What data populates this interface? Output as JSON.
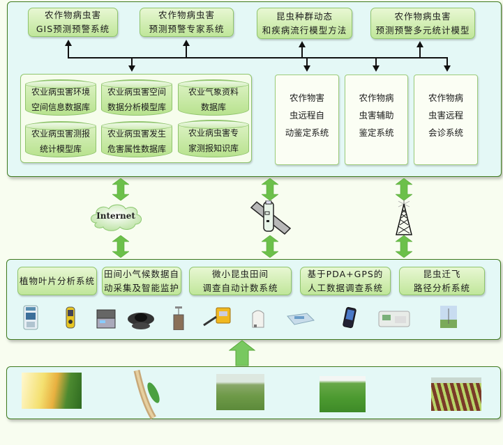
{
  "top_layer": {
    "outputs": [
      {
        "line1": "农作物病虫害",
        "line2": "GIS预测预警系统"
      },
      {
        "line1": "农作物病虫害",
        "line2": "预测预警专家系统"
      },
      {
        "line1": "昆虫种群动态",
        "line2": "和疾病流行模型方法"
      },
      {
        "line1": "农作物病虫害",
        "line2": "预测预警多元统计模型"
      }
    ],
    "databases": [
      {
        "line1": "农业病虫害环境",
        "line2": "空间信息数据库"
      },
      {
        "line1": "农业病虫害空间",
        "line2": "数据分析模型库"
      },
      {
        "line1": "农业气象资料",
        "line2": "数据库"
      },
      {
        "line1": "农业病虫害测报",
        "line2": "统计模型库"
      },
      {
        "line1": "农业病虫害发生",
        "line2": "危害属性数据库"
      },
      {
        "line1": "农业病虫害专",
        "line2": "家测报知识库"
      }
    ],
    "systems": [
      {
        "lines": [
          "农作物害",
          "虫远程自",
          "动鉴定系统"
        ]
      },
      {
        "lines": [
          "农作物病",
          "虫害辅助",
          "鉴定系统"
        ]
      },
      {
        "lines": [
          "农作物病",
          "虫害远程",
          "会诊系统"
        ]
      }
    ]
  },
  "network": {
    "channels": [
      {
        "label": "Internet",
        "icon": "cloud-icon"
      },
      {
        "label": "",
        "icon": "satellite-icon"
      },
      {
        "label": "",
        "icon": "radio-tower-icon"
      }
    ]
  },
  "collection_layer": {
    "systems": [
      {
        "line1": "植物叶片分析系统",
        "line2": ""
      },
      {
        "line1": "田间小气候数据自",
        "line2": "动采集及智能监护"
      },
      {
        "line1": "微小昆虫田间",
        "line2": "调查自动计数系统"
      },
      {
        "line1": "基于PDA+GPS的",
        "line2": "人工数据调查系统"
      },
      {
        "line1": "昆虫迁飞",
        "line2": "路径分析系统"
      }
    ],
    "devices": [
      "handheld-meter",
      "gps-unit",
      "instrument-case",
      "camera-dome",
      "insect-trap",
      "weather-logger",
      "insect-counter",
      "leaf-scanner",
      "pda-phone",
      "analyzer",
      "migration-radar"
    ]
  },
  "field_layer": {
    "photos": [
      "corn-vegetables",
      "wheat-insect",
      "field-survey-workers",
      "rice-field",
      "crop-rows"
    ]
  },
  "colors": {
    "panel_bg": "#e4f8f6",
    "panel_border": "#3f7a1e",
    "button_green": "#c0e69a",
    "arrow_green": "#6cc04a",
    "page_bg": "#f8fdf0"
  }
}
